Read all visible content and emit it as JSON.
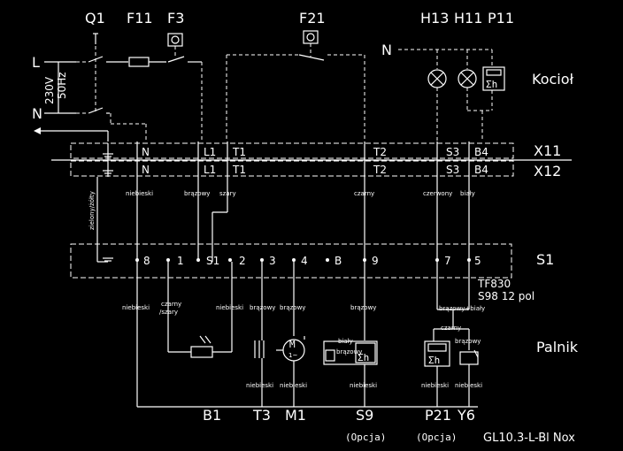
{
  "top_labels": {
    "q1": "Q1",
    "f11": "F11",
    "f3": "F3",
    "f21": "F21",
    "h13": "H13",
    "h11": "H11",
    "p11": "P11"
  },
  "supply": {
    "l": "L",
    "n": "N",
    "voltage": "230V",
    "freq": "50Hz",
    "n_right": "N"
  },
  "kociol": "Kocioł",
  "x11": "X11",
  "x12": "X12",
  "terminal_row1": [
    "N",
    "L1",
    "T1",
    "T2",
    "S3",
    "B4"
  ],
  "terminal_row2": [
    "N",
    "L1",
    "T1",
    "T2",
    "S3",
    "B4"
  ],
  "wire_colors_top": {
    "ground": "zielony/żółty",
    "n": "niebieski",
    "l1": "brązowy",
    "t1": "szary",
    "t2": "czarny",
    "s3": "czerwony",
    "b4": "biały"
  },
  "s1": {
    "label": "S1",
    "terminals": [
      "8",
      "1",
      "S1",
      "2",
      "3",
      "4",
      "B",
      "9",
      "7",
      "5"
    ]
  },
  "controller": {
    "model": "TF830",
    "socket": "S98 12 pol"
  },
  "wire_colors_bottom": {
    "t8": "niebieski",
    "t1": "czarny\n/szary",
    "t2": "niebieski",
    "t3": "brązowy",
    "t4": "brązowy",
    "t9": "brązowy",
    "t75": "brązowy+biały"
  },
  "palnik": "Palnik",
  "inner_labels": {
    "bialy": "biały",
    "brazowy": "brązowy",
    "czarny": "czarny",
    "brazowy2": "brązowy",
    "m1_1": "1~",
    "m1_m": "M"
  },
  "bottom_wire_labels": [
    "niebieski",
    "niebieski",
    "niebieski",
    "niebieski",
    "niebieski",
    "niebieski"
  ],
  "components": [
    "B1",
    "T3",
    "M1",
    "S9",
    "P21",
    "Y6"
  ],
  "options": [
    "(Opcja)",
    "(Opcja)"
  ],
  "model_code": "GL10.3-L-Bl Nox"
}
